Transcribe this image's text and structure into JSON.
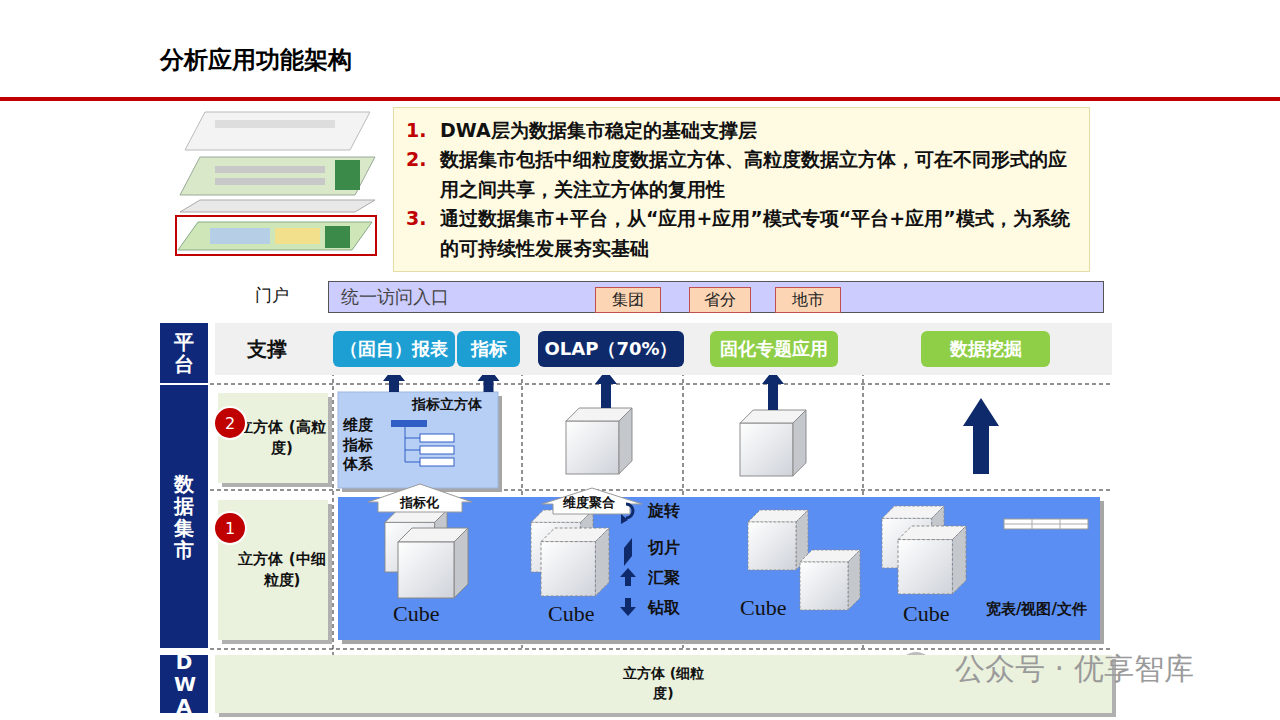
{
  "diagram": {
    "title": "分析应用功能架构",
    "nodes": [
      {
        "text": [
          "1.",
          "DWA层为数据集市稳定的基础支撑层",
          "2.",
          "数据集市包括中细粒度数据立方体、高粒度数据立方体，可在不同形式的应用之间共享，关注立方体的复用性",
          "3.",
          "通过数据集市+平台，从“应用+应用”模式专项“平台+应用”模式，为系统的可持续性发展夯实基础"
        ]
      },
      {
        "text": [
          "统一访问入口"
        ]
      },
      {
        "text": [
          "集团"
        ],
        "in": 1
      },
      {
        "text": [
          "省分"
        ],
        "in": 1
      },
      {
        "text": [
          "地市"
        ],
        "in": 1
      },
      {
        "text": [
          "平台"
        ]
      },
      {
        "text": [
          "支撑"
        ]
      },
      {
        "text": [
          "（固自）报表"
        ],
        "in": 6
      },
      {
        "text": [
          "指标"
        ],
        "in": 6
      },
      {
        "text": [
          "OLAP（70%）"
        ],
        "in": 6
      },
      {
        "text": [
          "固化专题应用"
        ],
        "in": 6
      },
      {
        "text": [
          "数据挖掘"
        ],
        "in": 6
      },
      {
        "text": [
          "数据集市"
        ]
      },
      {
        "text": [
          "立方体 (高粒度)"
        ]
      },
      {
        "text": [
          "2"
        ]
      },
      {
        "text": [
          "指标立方体",
          "维度 指标 体系"
        ]
      },
      {
        "text": [
          "立方体 (中细粒度)"
        ]
      },
      {
        "text": [
          "1"
        ]
      },
      {
        "text": [
          "DWA"
        ]
      },
      {
        "text": [
          "立方体 (细粒度)"
        ]
      }
    ],
    "edges": [
      {
        "from": 15,
        "to": 7,
        "arrow": "to"
      },
      {
        "from": 15,
        "to": 8,
        "arrow": "to"
      }
    ],
    "labels": [
      "门户",
      "指标化",
      "维度聚合",
      "Cube",
      "Cube",
      "Cube",
      "Cube",
      "旋转",
      "切片",
      "汇聚",
      "钻取",
      "宽表/视图/文件",
      "公众号 · 优享智库"
    ]
  }
}
